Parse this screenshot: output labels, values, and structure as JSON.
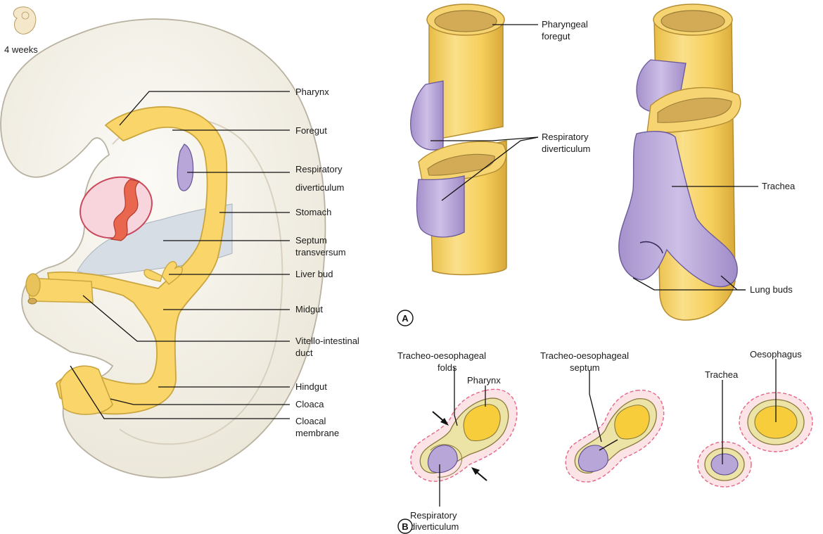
{
  "age_label": "4 weeks",
  "colors": {
    "gut_yellow": "#f9d56a",
    "gut_outline": "#c9a640",
    "lumen_tan": "#d3aa55",
    "respiratory_purple": "#b9a6d8",
    "embryo_body": "#f4f1ea",
    "septum_grey": "#d9dde3",
    "heart_pink": "#f6cbd3",
    "heart_red": "#e0604e",
    "mesoderm_dash": "#e5668a"
  },
  "left_panel": {
    "labels": {
      "pharynx": "Pharynx",
      "foregut": "Foregut",
      "resp_div_1": "Respiratory",
      "resp_div_2": "diverticulum",
      "stomach": "Stomach",
      "septum_1": "Septum",
      "septum_2": "transversum",
      "liver_bud": "Liver bud",
      "midgut": "Midgut",
      "vitello_1": "Vitello-intestinal",
      "vitello_2": "duct",
      "hindgut": "Hindgut",
      "cloaca": "Cloaca",
      "cloacal_mem_1": "Cloacal",
      "cloacal_mem_2": "membrane"
    }
  },
  "panel_a": {
    "letter": "A",
    "labels": {
      "pharyngeal_1": "Pharyngeal",
      "pharyngeal_2": "foregut",
      "resp_div_1": "Respiratory",
      "resp_div_2": "diverticulum",
      "trachea": "Trachea",
      "lung_buds": "Lung buds"
    }
  },
  "panel_b": {
    "letter": "B",
    "labels": {
      "folds_1": "Tracheo-oesophageal",
      "folds_2": "folds",
      "pharynx": "Pharynx",
      "resp_div_1": "Respiratory",
      "resp_div_2": "diverticulum",
      "septum_1": "Tracheo-oesophageal",
      "septum_2": "septum",
      "trachea": "Trachea",
      "oesophagus": "Oesophagus"
    }
  }
}
